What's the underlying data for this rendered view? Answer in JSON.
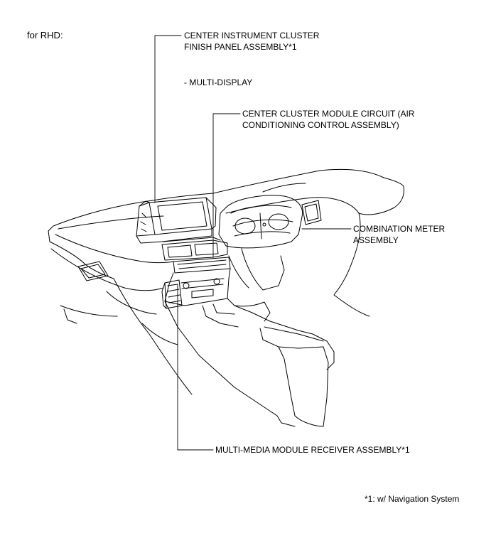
{
  "section_label": "for RHD:",
  "callouts": {
    "center_panel_line1": "CENTER INSTRUMENT CLUSTER",
    "center_panel_line2": "FINISH PANEL ASSEMBLY*1",
    "multi_display": "- MULTI-DISPLAY",
    "cluster_module_line1": "CENTER CLUSTER MODULE CIRCUIT (AIR",
    "cluster_module_line2": "CONDITIONING CONTROL ASSEMBLY)",
    "combination_meter_line1": "COMBINATION METER",
    "combination_meter_line2": "ASSEMBLY",
    "multimedia_receiver": "MULTI-MEDIA MODULE RECEIVER ASSEMBLY*1"
  },
  "footnote": "*1: w/ Navigation System"
}
